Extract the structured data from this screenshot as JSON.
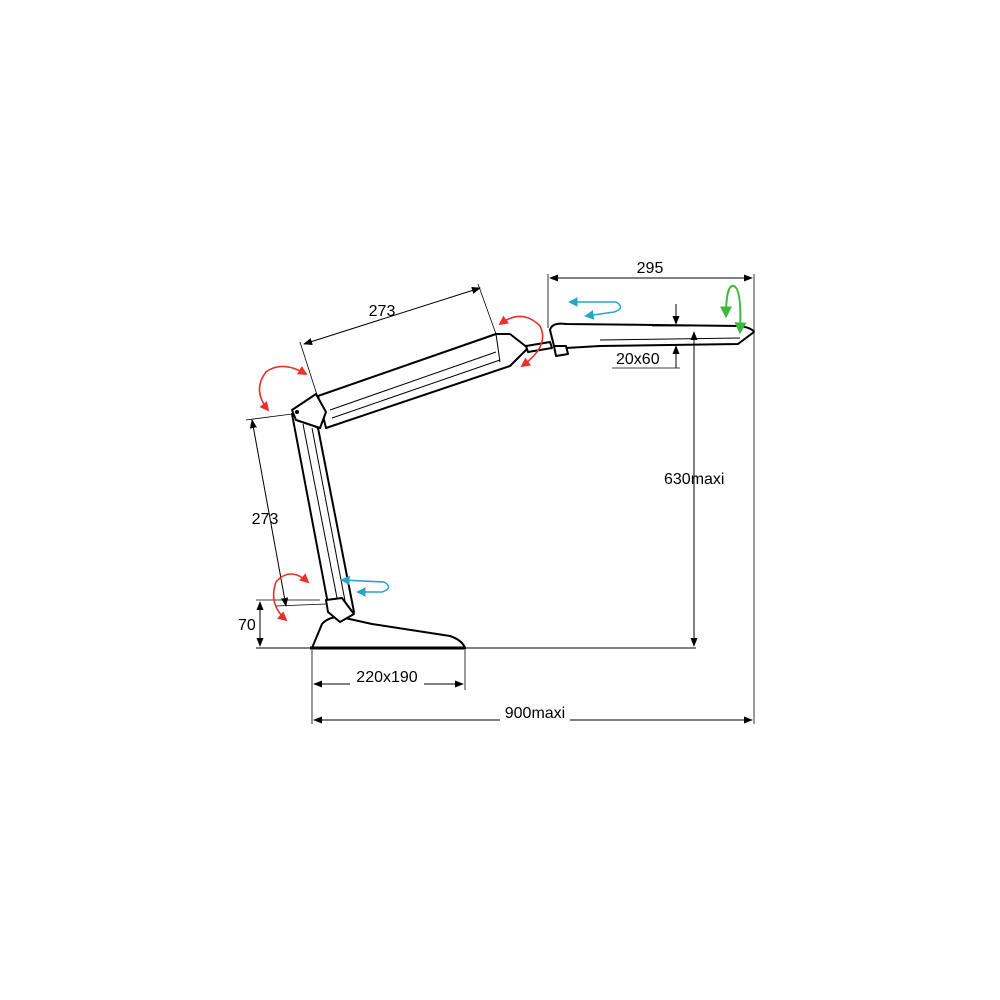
{
  "dimensions": {
    "upper_arm_length": "273",
    "lower_arm_length": "273",
    "head_length": "295",
    "head_section": "20x60",
    "max_height": "630maxi",
    "base_height": "70",
    "base_size": "220x190",
    "max_reach": "900maxi"
  },
  "colors": {
    "line": "#000000",
    "tilt_arrows": "#e8312a",
    "swivel_arrows": "#2aa4c4",
    "head_rotate_arrow": "#3cb93a"
  },
  "icons": {
    "tilt": "curved-double-arrow-red",
    "swivel": "horizontal-rotation-arrow-blue",
    "head_rotate": "vertical-rotation-arrow-green"
  }
}
